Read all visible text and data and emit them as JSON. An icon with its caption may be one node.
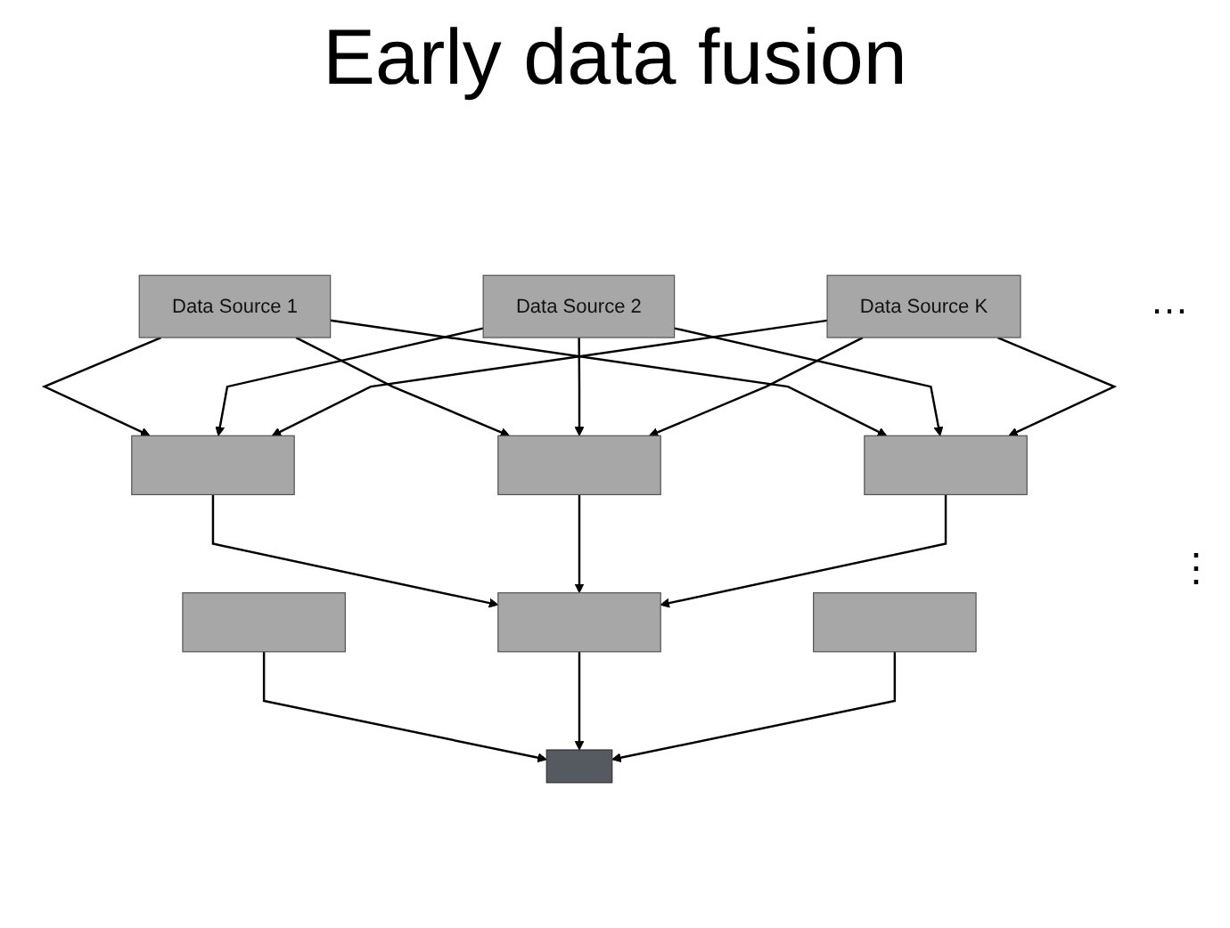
{
  "diagram": {
    "title": "Early data fusion",
    "nodes": [
      {
        "text": [
          "Data Source 1"
        ]
      },
      {
        "text": [
          "Data Source 2"
        ]
      },
      {
        "text": [
          "Data Source K"
        ]
      },
      {
        "text": [],
        "shape": "bar"
      },
      {
        "text": [],
        "shape": "bar"
      },
      {
        "text": [],
        "shape": "bar"
      },
      {
        "text": [],
        "shape": "bar"
      },
      {
        "text": [],
        "shape": "bar"
      },
      {
        "text": [],
        "shape": "bar"
      },
      {
        "text": [],
        "shape": "box"
      }
    ],
    "edges": [
      {
        "from": 0,
        "to": 3,
        "arrow": "to"
      },
      {
        "from": 0,
        "to": 4,
        "arrow": "to"
      },
      {
        "from": 0,
        "to": 5,
        "arrow": "to"
      },
      {
        "from": 1,
        "to": 3,
        "arrow": "to"
      },
      {
        "from": 1,
        "to": 4,
        "arrow": "to"
      },
      {
        "from": 1,
        "to": 5,
        "arrow": "to"
      },
      {
        "from": 2,
        "to": 3,
        "arrow": "to"
      },
      {
        "from": 2,
        "to": 4,
        "arrow": "to"
      },
      {
        "from": 2,
        "to": 5,
        "arrow": "to"
      },
      {
        "from": 3,
        "to": 7,
        "arrow": "to"
      },
      {
        "from": 4,
        "to": 7,
        "arrow": "to"
      },
      {
        "from": 5,
        "to": 7,
        "arrow": "to"
      },
      {
        "from": 6,
        "to": 9,
        "arrow": "to"
      },
      {
        "from": 7,
        "to": 9,
        "arrow": "to"
      },
      {
        "from": 8,
        "to": 9,
        "arrow": "to"
      }
    ],
    "labels": [
      "…",
      "⋮"
    ]
  }
}
